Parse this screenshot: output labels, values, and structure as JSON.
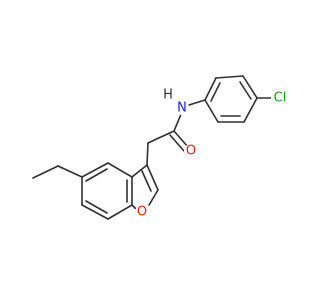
{
  "molecule": {
    "atoms": [
      {
        "label": "N",
        "color": "#1a1aff"
      },
      {
        "label": "H",
        "color": "#303030"
      },
      {
        "label": "O",
        "color": "#ff1a1a"
      },
      {
        "label": "O",
        "color": "#ff1a1a"
      },
      {
        "label": "Cl",
        "color": "#1f9e1f"
      }
    ],
    "bond_color": "#303030"
  }
}
